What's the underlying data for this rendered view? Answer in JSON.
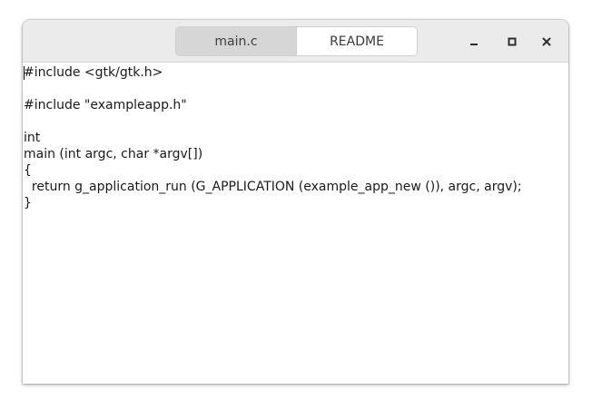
{
  "tabs": [
    {
      "label": "main.c",
      "active": true
    },
    {
      "label": "README",
      "active": false
    }
  ],
  "window_controls": {
    "minimize": "minimize-icon",
    "maximize": "maximize-icon",
    "close": "close-icon"
  },
  "code": {
    "lines": [
      "#include <gtk/gtk.h>",
      "",
      "#include \"exampleapp.h\"",
      "",
      "int",
      "main (int argc, char *argv[])",
      "{",
      "  return g_application_run (G_APPLICATION (example_app_new ()), argc, argv);",
      "}"
    ]
  },
  "colors": {
    "headerbar": "#ebebeb",
    "active_tab": "#d6d6d6",
    "text": "#1a1a1a"
  }
}
